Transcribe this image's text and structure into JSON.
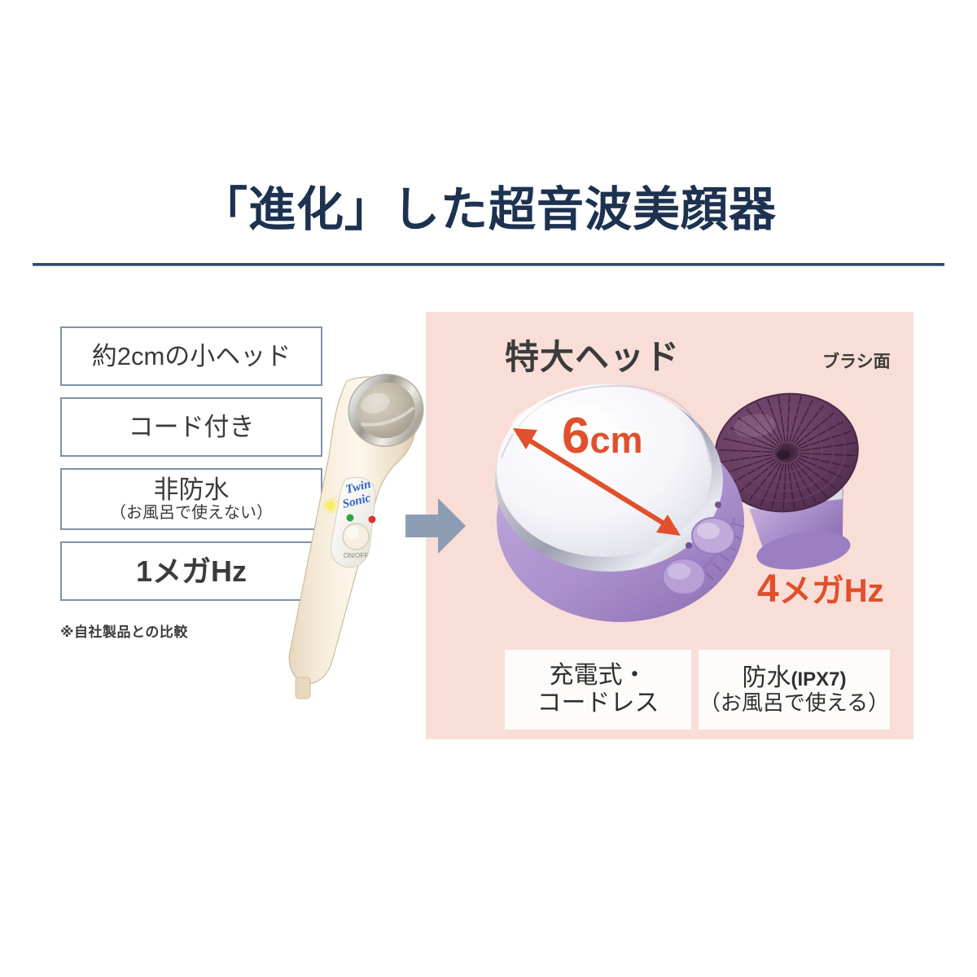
{
  "page": {
    "title": "「進化」した超音波美顔器",
    "background_color": "#ffffff",
    "title_color": "#1d3250",
    "accent_color": "#e0502c",
    "panel_color": "#f8ded7",
    "box_border_color": "#7f92a8"
  },
  "comparison": {
    "old": {
      "footnote": "※自社製品との比較",
      "specs": [
        {
          "main": "約2cmの小ヘッド",
          "sub": ""
        },
        {
          "main": "コード付き",
          "sub": ""
        },
        {
          "main": "非防水",
          "sub": "（お風呂で使えない）"
        },
        {
          "main": "1メガHz",
          "sub": ""
        }
      ],
      "device": {
        "brand": "Twin Sonic",
        "button_label": "ON/OFF",
        "led_colors": [
          "#f2e02a",
          "#27a03a",
          "#e02a2a"
        ],
        "body_color": "#f3e6d2",
        "head_color": "#b9b2a6"
      }
    },
    "transition_icon": "right-arrow-icon",
    "new": {
      "heading": "特大ヘッド",
      "brush_label": "ブラシ面",
      "head_size": "6",
      "head_size_unit": "cm",
      "frequency": "4",
      "frequency_unit": "メガHz",
      "features": [
        {
          "line1": "充電式・",
          "line2": "コードレス",
          "paren": ""
        },
        {
          "line1": "防水",
          "paren": "(IPX7)",
          "line2": "（お風呂で使える）"
        }
      ],
      "device": {
        "body_color": "#b9a0d4",
        "head_color": "#f2f2f7",
        "brush_color": "#5d3558"
      }
    }
  }
}
